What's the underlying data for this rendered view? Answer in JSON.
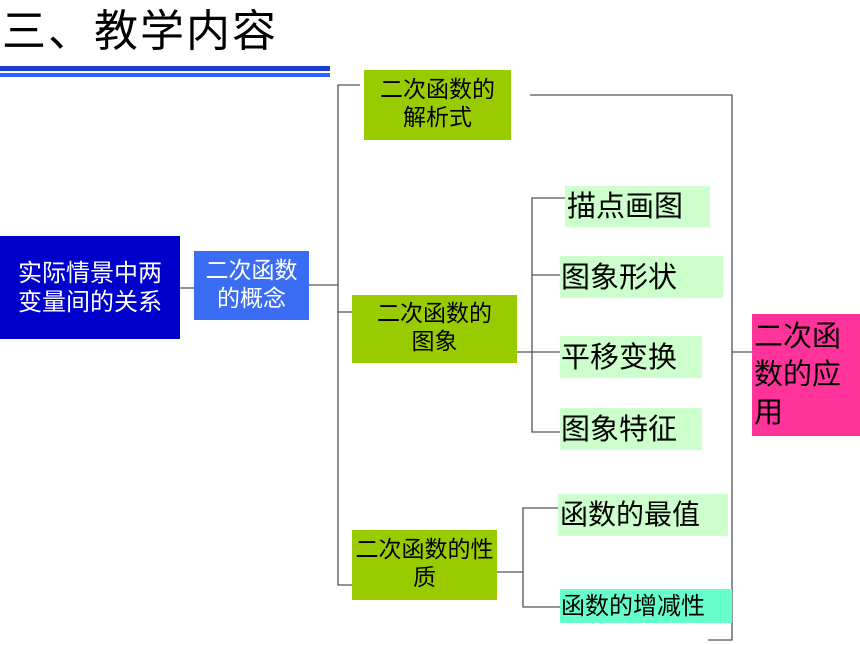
{
  "title": "三、教学内容",
  "colors": {
    "blue_box": "#0000cc",
    "mid_blue_box": "#3b6cf4",
    "olive_box": "#99cc00",
    "light_green": "#ccffcc",
    "teal": "#66ffcc",
    "magenta": "#ff3399",
    "title_underline": "#2f62ff"
  },
  "nodes": {
    "context": "实际情景中两变量间的关系",
    "concept": "二次函数的概念",
    "analytic": "二次函数的解析式",
    "graph": "二次函数的图象",
    "property": "二次函数的性质",
    "plot_points": "描点画图",
    "graph_shape": "图象形状",
    "translation": "平移变换",
    "graph_features": "图象特征",
    "max_value": "函数的最值",
    "monotonicity": "函数的增减性",
    "application": "二次函数的应用"
  }
}
